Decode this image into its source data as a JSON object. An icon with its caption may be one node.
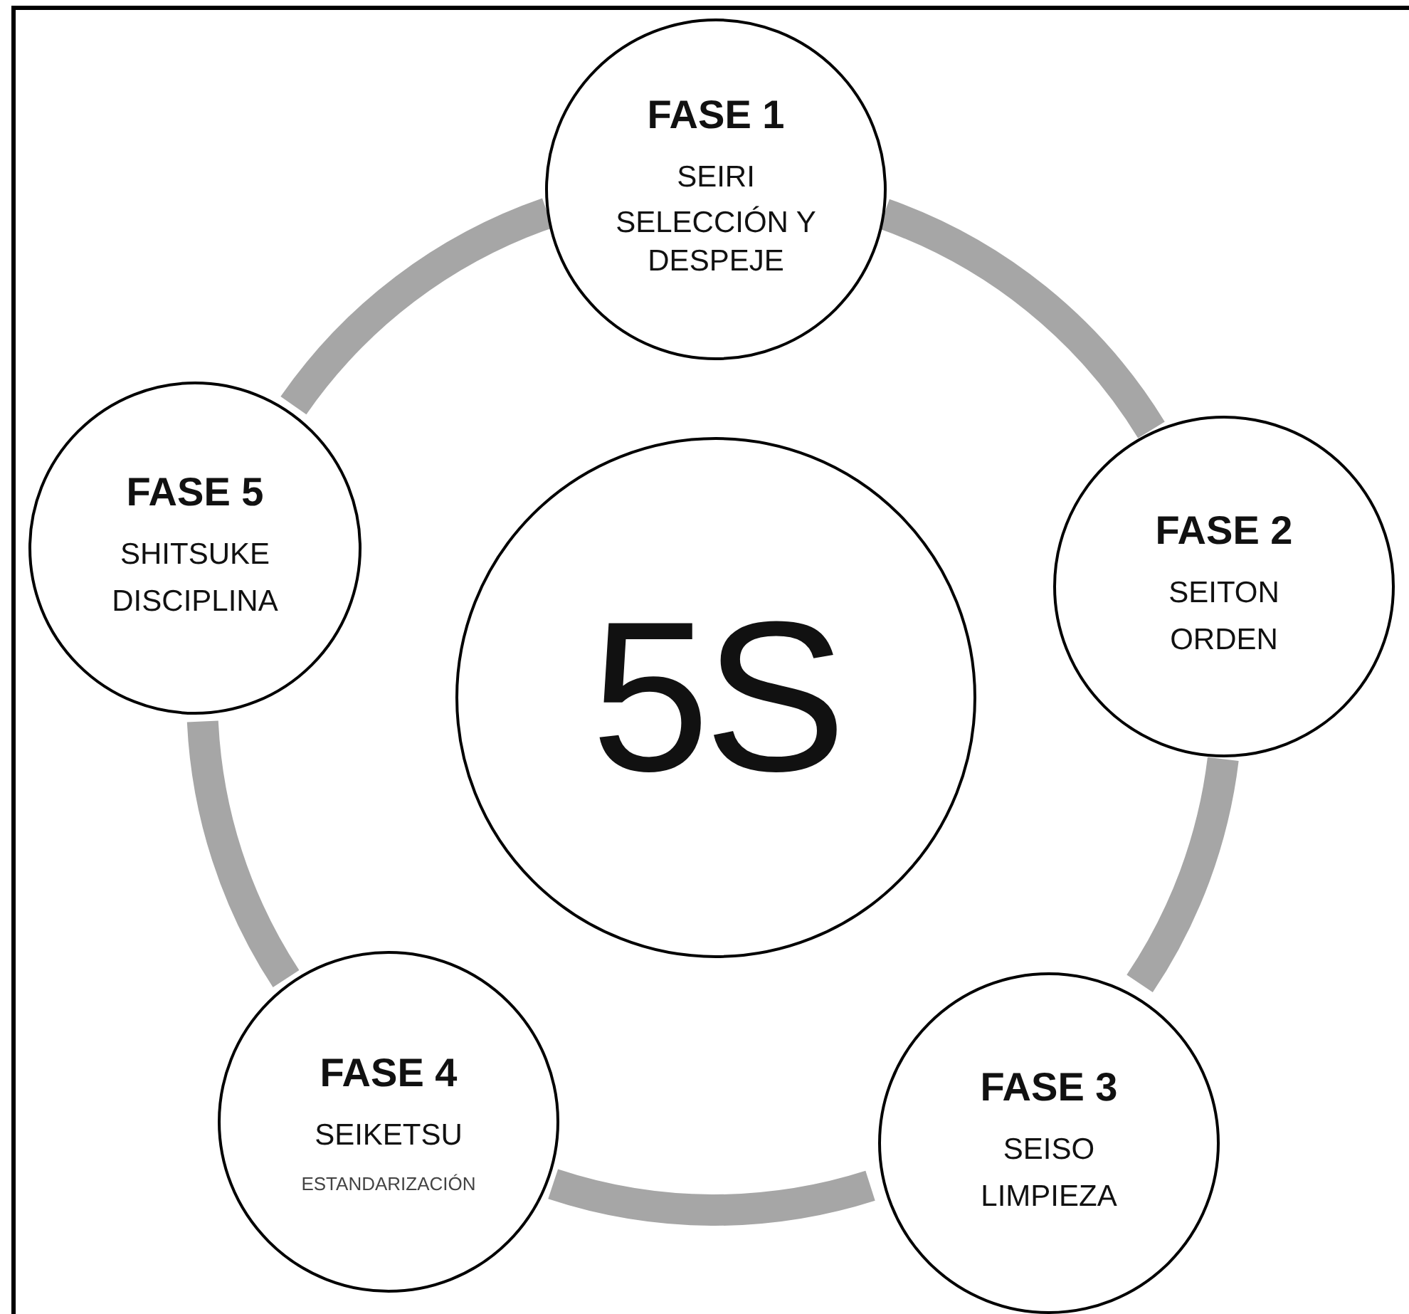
{
  "diagram": {
    "nodes": [
      {
        "text": [
          "FASE 1",
          "SEIRI",
          "SELECCIÓN Y DESPEJE"
        ]
      },
      {
        "text": [
          "FASE 2",
          "SEITON",
          "ORDEN"
        ]
      },
      {
        "text": [
          "FASE 3",
          "SEISO",
          "LIMPIEZA"
        ]
      },
      {
        "text": [
          "FASE 4",
          "SEIKETSU",
          "ESTANDARIZACIÓN"
        ]
      },
      {
        "text": [
          "FASE 5",
          "SHITSUKE",
          "DISCIPLINA"
        ]
      },
      {
        "text": [
          "5S"
        ]
      }
    ],
    "edges": [
      {
        "from": 0,
        "to": 1,
        "arrow": "none"
      },
      {
        "from": 1,
        "to": 2,
        "arrow": "none"
      },
      {
        "from": 2,
        "to": 3,
        "arrow": "none"
      },
      {
        "from": 3,
        "to": 4,
        "arrow": "none"
      },
      {
        "from": 4,
        "to": 0,
        "arrow": "none"
      }
    ]
  }
}
